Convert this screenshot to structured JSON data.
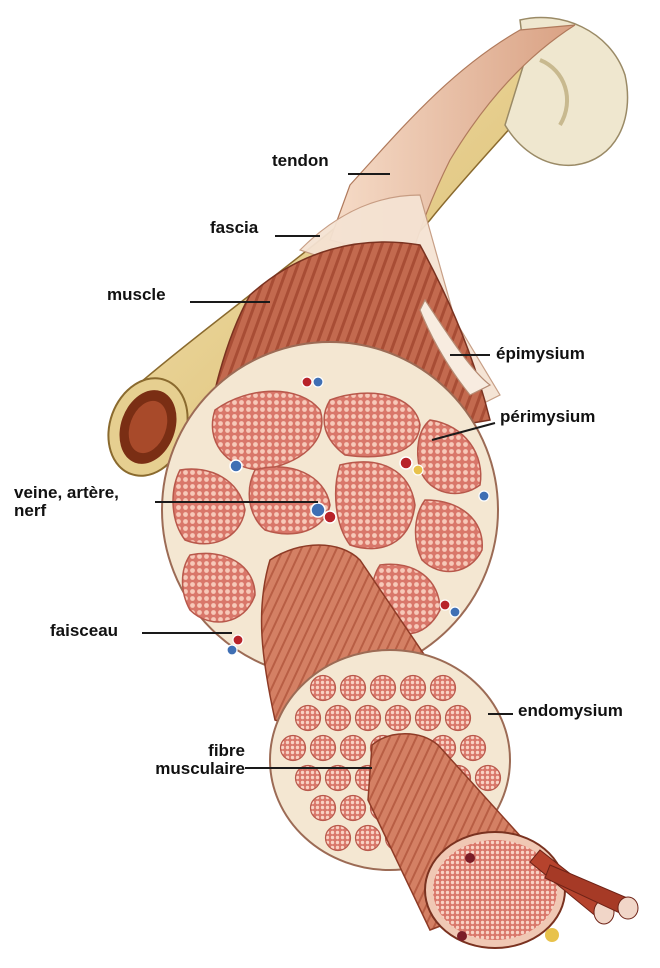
{
  "labels": {
    "tendon": "tendon",
    "fascia": "fascia",
    "muscle": "muscle",
    "epimysium": "épimysium",
    "perimysium": "périmysium",
    "vessels_line1": "veine, artère,",
    "vessels_line2": "nerf",
    "faisceau": "faisceau",
    "endomysium": "endomysium",
    "fibre_line1": "fibre",
    "fibre_line2": "musculaire"
  },
  "colors": {
    "bone": "#e8d49a",
    "bone_shadow": "#c9ab63",
    "marrow": "#7a2e14",
    "tendon": "#f1d2bb",
    "muscle": "#c06a4e",
    "muscle_dark": "#8e3b26",
    "tissue": "#f4e7d2",
    "fascicle": "#e28c80",
    "fibre_dots": "#f7c9b9",
    "vein": "#3f6fb4",
    "artery": "#b8232a",
    "nerve": "#e8c24b"
  }
}
